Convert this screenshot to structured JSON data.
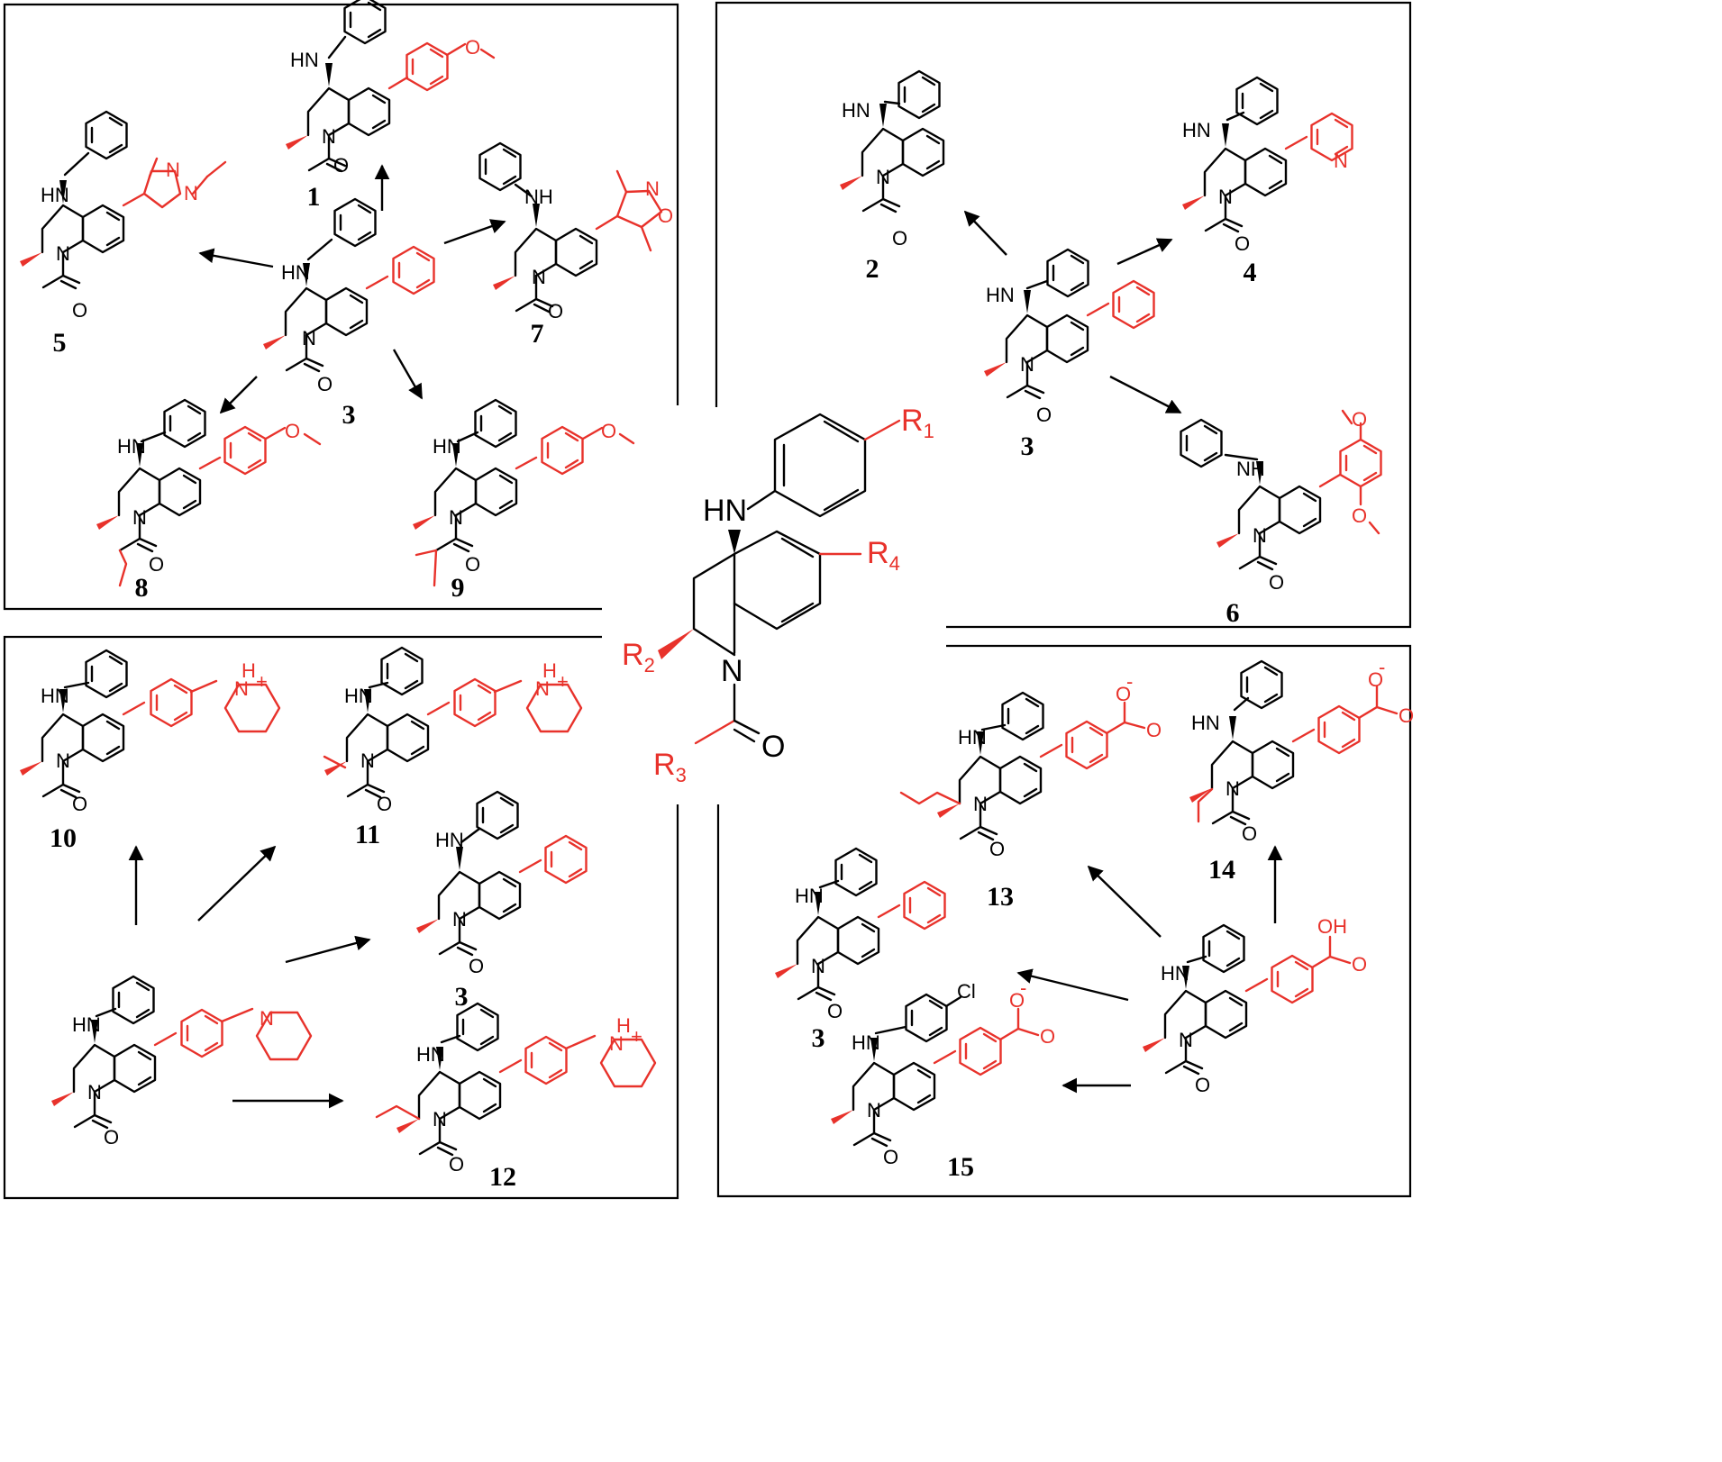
{
  "atoms": {
    "hn": "HN",
    "nh": "NH",
    "n": "N",
    "o": "O",
    "oh": "OH",
    "h": "H",
    "plus": "+",
    "minus": "-",
    "cl": "Cl"
  },
  "core": {
    "hn": "HN",
    "n": "N",
    "o": "O",
    "r1": "R",
    "r1_sub": "1",
    "r2": "R",
    "r2_sub": "2",
    "r3": "R",
    "r3_sub": "3",
    "r4": "R",
    "r4_sub": "4"
  },
  "compounds": {
    "c1": "1",
    "c2": "2",
    "c3": "3",
    "c4": "4",
    "c5": "5",
    "c6": "6",
    "c7": "7",
    "c8": "8",
    "c9": "9",
    "c10": "10",
    "c11": "11",
    "c12": "12",
    "c13": "13",
    "c14": "14",
    "c15": "15"
  },
  "colors": {
    "accent": "#e8322b",
    "ink": "#000000"
  }
}
